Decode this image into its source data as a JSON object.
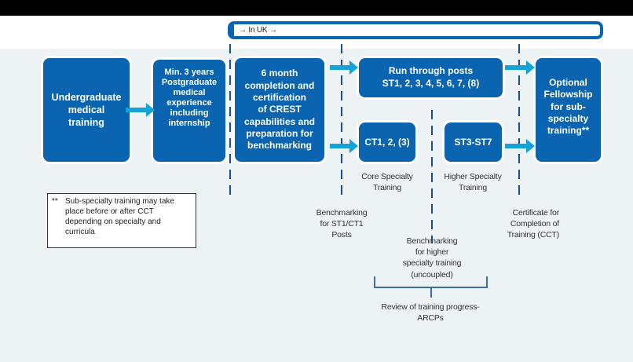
{
  "banner": {
    "label": "→ In UK →"
  },
  "boxes": {
    "undergraduate": "Undergraduate\nmedical\ntraining",
    "min3years": "Min. 3 years\nPostgraduate\nmedical\nexperience\nincluding\ninternship",
    "six_month": "6 month\ncompletion and\ncertification\nof CREST\ncapabilities and\npreparation for\nbenchmarking",
    "run_through": "Run through posts\nST1, 2, 3, 4, 5, 6, 7, (8)",
    "core": "CT1, 2, (3)",
    "higher": "ST3-ST7",
    "optional": "Optional\nFellowship\nfor sub-\nspecialty\ntraining**"
  },
  "labels": {
    "core_specialty": "Core Specialty\nTraining",
    "higher_specialty": "Higher Specialty\nTraining",
    "benchmarking_st1": "Benchmarking\nfor ST1/CT1\nPosts",
    "certificate": "Certificate for\nCompletion of\nTraining (CCT)",
    "benchmarking_higher": "Benchmarking\nfor higher\nspecialty training\n(uncoupled)",
    "review": "Review of training progress-\nARCPs"
  },
  "note": {
    "marker": "**",
    "text": "Sub-specialty training may take\nplace before or after CCT\ndepending on specialty and\ncurricula"
  },
  "colors": {
    "box_fill": "#0a64b0",
    "arrow": "#13a3d6",
    "dash_line": "#1a4e93",
    "background": "#edf2f5"
  }
}
